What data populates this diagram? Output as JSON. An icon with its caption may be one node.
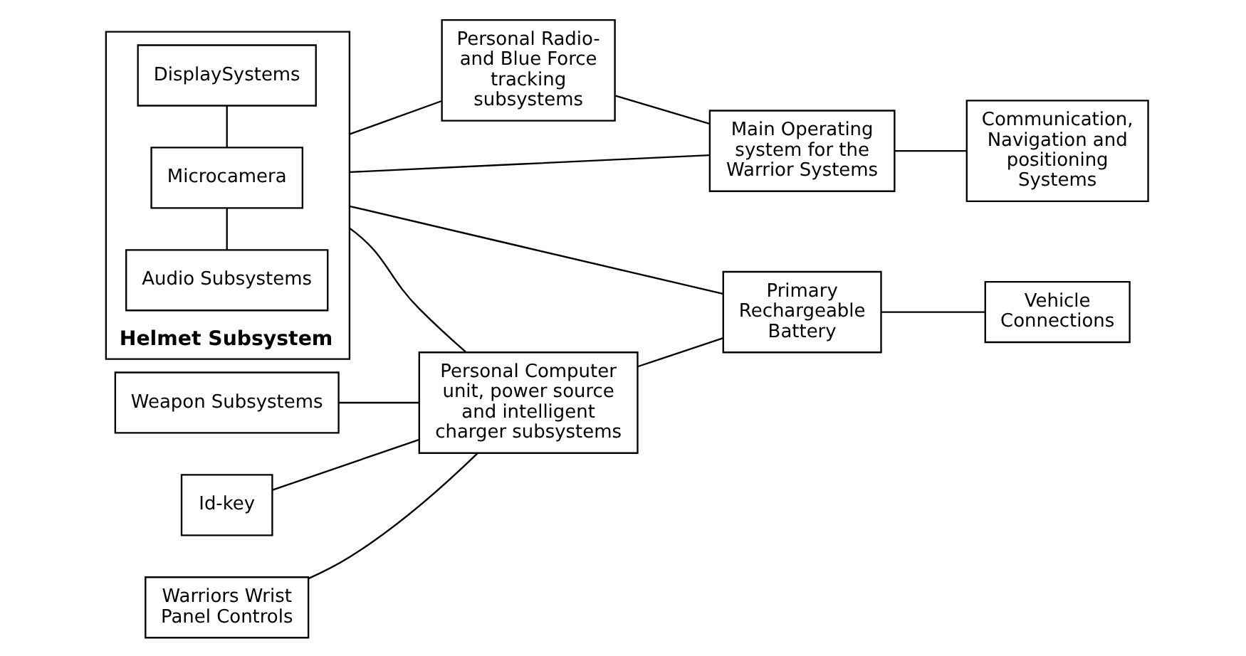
{
  "diagram": {
    "nodes": [
      {
        "text": [
          "Helmet Subsystem"
        ]
      },
      {
        "text": [
          "Audio Subsystems"
        ],
        "in": 0
      },
      {
        "text": [
          "Microcamera"
        ],
        "in": 0
      },
      {
        "text": [
          "DisplaySystems"
        ],
        "in": 0
      },
      {
        "text": [
          "Weapon Subsystems"
        ]
      },
      {
        "text": [
          "Id-key"
        ]
      },
      {
        "text": [
          "Warriors Wrist Panel Controls"
        ]
      },
      {
        "text": [
          "Personal Radio- and Blue Force tracking subsystems"
        ]
      },
      {
        "text": [
          "Personal Computer unit, power source and intelligent charger subsystems"
        ]
      },
      {
        "text": [
          "Main Operating system for the Warrior Systems"
        ]
      },
      {
        "text": [
          "Primary Rechargeable Battery"
        ]
      },
      {
        "text": [
          "Communication, Navigation and positioning Systems"
        ]
      },
      {
        "text": [
          "Vehicle Connections"
        ]
      }
    ],
    "edges": [
      {
        "from": 1,
        "to": 2,
        "arrow": "none"
      },
      {
        "from": 2,
        "to": 3,
        "arrow": "none"
      },
      {
        "from": 0,
        "to": 7,
        "arrow": "none"
      },
      {
        "from": 0,
        "to": 9,
        "arrow": "none"
      },
      {
        "from": 0,
        "to": 8,
        "arrow": "none"
      },
      {
        "from": 0,
        "to": 10,
        "arrow": "none"
      },
      {
        "from": 7,
        "to": 9,
        "arrow": "none"
      },
      {
        "from": 8,
        "to": 10,
        "arrow": "none"
      },
      {
        "from": 4,
        "to": 8,
        "arrow": "none"
      },
      {
        "from": 5,
        "to": 8,
        "arrow": "none"
      },
      {
        "from": 6,
        "to": 8,
        "arrow": "none"
      },
      {
        "from": 9,
        "to": 11,
        "arrow": "none"
      },
      {
        "from": 10,
        "to": 12,
        "arrow": "none"
      }
    ]
  }
}
